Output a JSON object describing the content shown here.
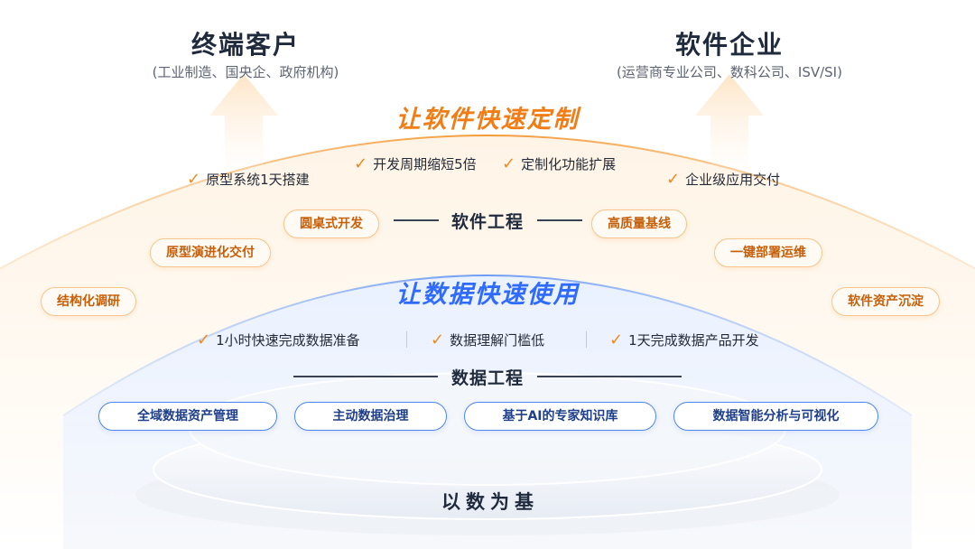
{
  "top_left": {
    "title": "终端客户",
    "subtitle": "(工业制造、国央企、政府机构)"
  },
  "top_right": {
    "title": "软件企业",
    "subtitle": "(运营商专业公司、数科公司、ISV/SI)"
  },
  "software_section": {
    "title": "让软件快速定制",
    "features": [
      "原型系统1天搭建",
      "开发周期缩短5倍",
      "定制化功能扩展",
      "企业级应用交付"
    ],
    "engineering_title": "软件工程",
    "pills": [
      "圆桌式开发",
      "高质量基线",
      "原型演进化交付",
      "一键部署运维",
      "结构化调研",
      "软件资产沉淀"
    ]
  },
  "data_section": {
    "title": "让数据快速使用",
    "features": [
      "1小时快速完成数据准备",
      "数据理解门槛低",
      "1天完成数据产品开发"
    ],
    "engineering_title": "数据工程",
    "pills": [
      "全域数据资产管理",
      "主动数据治理",
      "基于AI的专家知识库",
      "数据智能分析与可视化"
    ]
  },
  "base": {
    "title": "以数为基"
  },
  "icons": {
    "check": "✓"
  },
  "colors": {
    "orange_accent": "#f07d16",
    "blue_accent": "#2f6bff",
    "dark_text": "#1f2a3d"
  }
}
